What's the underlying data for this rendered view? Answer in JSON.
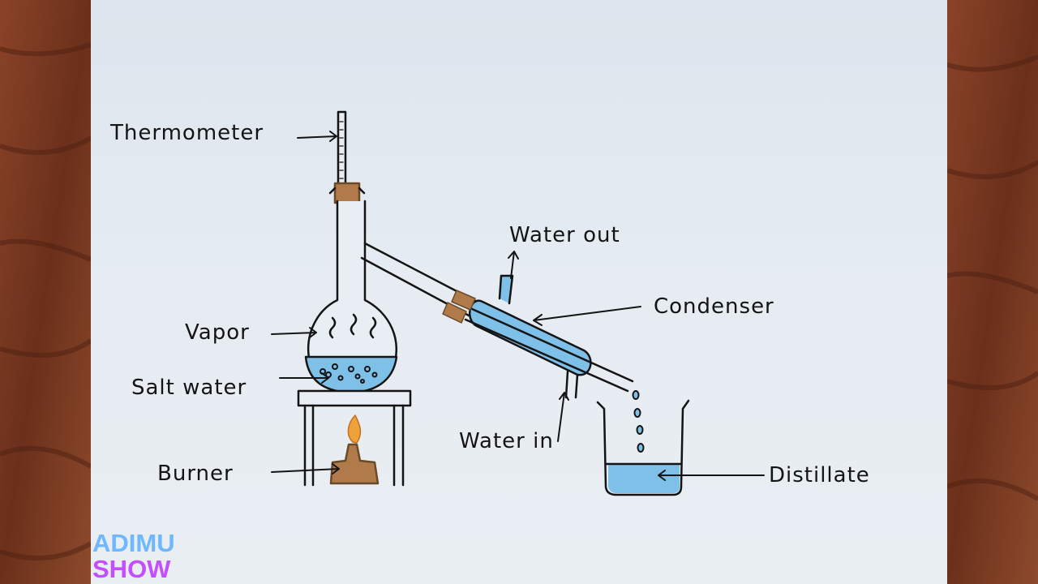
{
  "labels": {
    "thermometer": "Thermometer",
    "water_out": "Water out",
    "condenser": "Condenser",
    "vapor": "Vapor",
    "salt_water": "Salt water",
    "burner": "Burner",
    "water_in": "Water in",
    "distillate": "Distillate"
  },
  "watermark": {
    "line1": "ADIMU",
    "line2": "SHOW"
  },
  "colors": {
    "water": "#7ec0e8",
    "cork": "#b07a4a",
    "ink": "#141414",
    "flame": "#f0a23a",
    "wood": "#7a3a22",
    "paper": "#e4eaf0"
  }
}
